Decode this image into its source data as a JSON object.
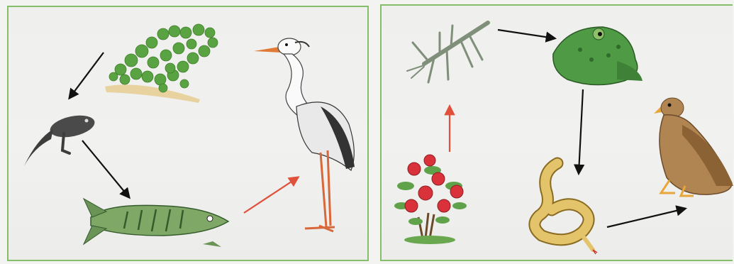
{
  "diagram": {
    "panels": [
      {
        "id": "left",
        "organisms": [
          "algae-bush",
          "tadpole",
          "pike-fish",
          "heron"
        ]
      },
      {
        "id": "right",
        "organisms": [
          "stick-insect",
          "frog",
          "rose-bush",
          "snake",
          "eagle"
        ]
      }
    ],
    "arrow_colors": {
      "black": "#111111",
      "red": "#e0503a"
    },
    "panel_border_color": "#86bd6a"
  }
}
